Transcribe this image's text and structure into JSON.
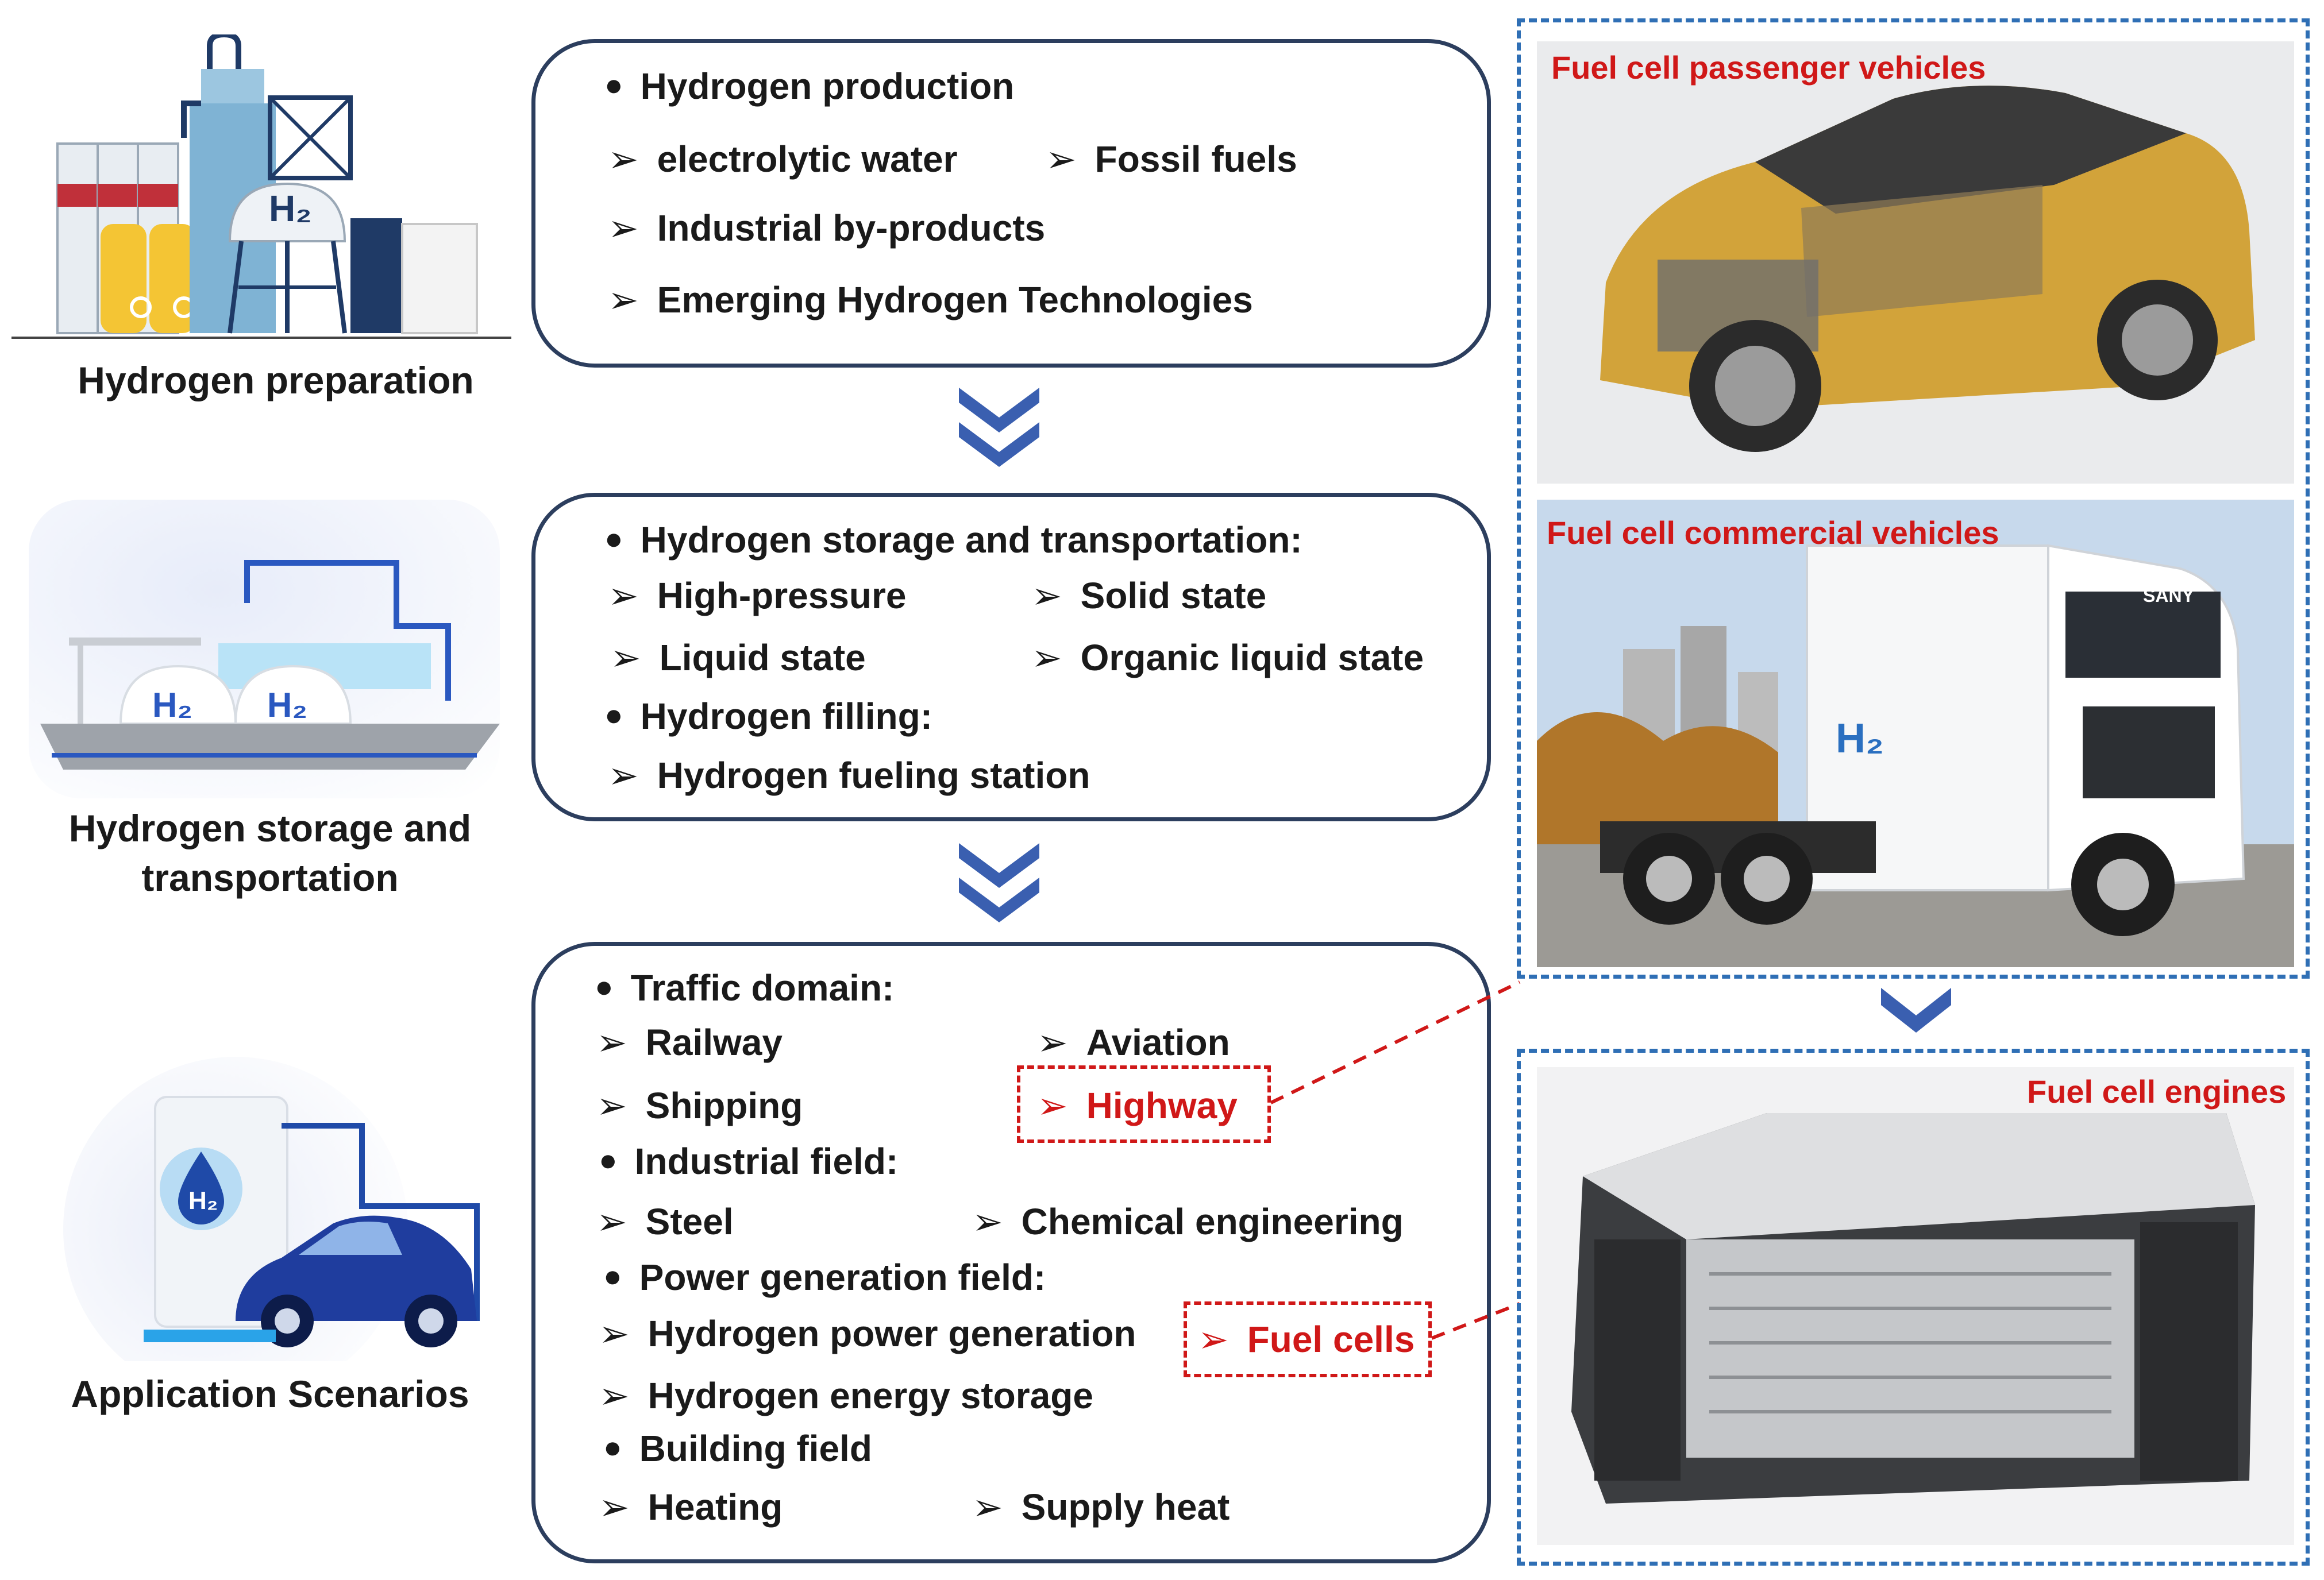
{
  "left": {
    "preparation": {
      "caption": "Hydrogen preparation",
      "h2_label": "H₂"
    },
    "storage": {
      "caption_line1": "Hydrogen storage and",
      "caption_line2": "transportation",
      "h2_label_a": "H₂",
      "h2_label_b": "H₂"
    },
    "application": {
      "caption": "Application Scenarios",
      "h2_label": "H₂"
    }
  },
  "boxes": {
    "production": {
      "heading": "Hydrogen production",
      "items": [
        "electrolytic water",
        "Fossil fuels",
        "Industrial by-products",
        "Emerging Hydrogen Technologies"
      ]
    },
    "storage": {
      "heading1": "Hydrogen storage and transportation:",
      "items1": [
        "High-pressure",
        "Solid state",
        "Liquid state",
        "Organic liquid state"
      ],
      "heading2": "Hydrogen filling:",
      "items2": [
        "Hydrogen fueling station"
      ]
    },
    "application": {
      "traffic_heading": "Traffic domain:",
      "traffic_items": [
        "Railway",
        "Aviation",
        "Shipping",
        "Highway"
      ],
      "industrial_heading": "Industrial  field:",
      "industrial_items": [
        "Steel",
        "Chemical engineering"
      ],
      "power_heading": "Power generation field:",
      "power_items": [
        "Hydrogen power generation",
        "Fuel cells",
        "Hydrogen energy storage"
      ],
      "building_heading": "Building field",
      "building_items": [
        "Heating",
        "Supply heat"
      ]
    }
  },
  "right": {
    "passenger_label": "Fuel cell passenger vehicles",
    "commercial_label": "Fuel cell commercial vehicles",
    "truck_brand": "SANY",
    "truck_h2": "H₂",
    "engine_label": "Fuel cell engines"
  },
  "colors": {
    "box_border": "#2c3e5e",
    "chevron": "#3a5fb0",
    "highlight_red": "#d01818",
    "dashed_blue": "#2f6fb5"
  }
}
